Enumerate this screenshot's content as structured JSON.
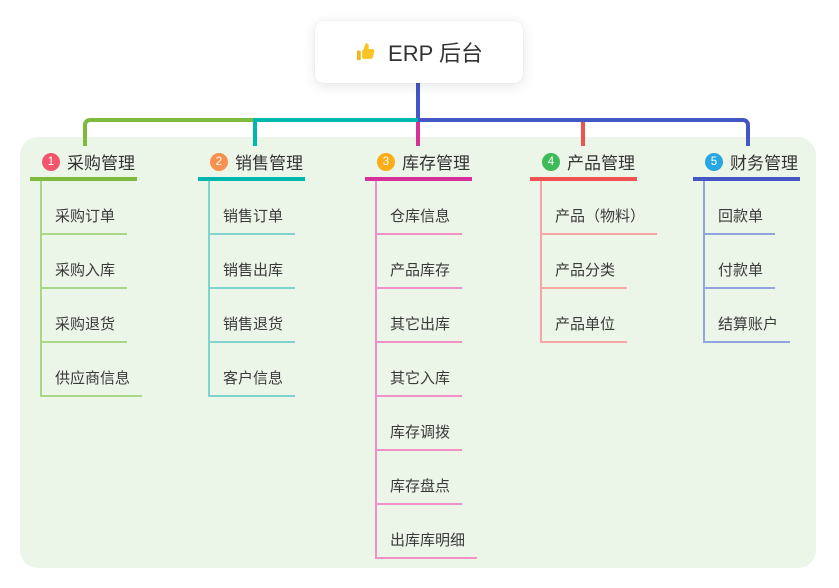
{
  "root": {
    "title": "ERP 后台",
    "icon": "thumbs-up-icon",
    "icon_color": "#f7c325",
    "line_color": "#4356c4"
  },
  "panel_bg": "#ecf6e8",
  "branches": [
    {
      "badge": "1",
      "title": "采购管理",
      "badge_color": "#f2566c",
      "line_color": "#7dba3d",
      "item_line_color": "#a9d687",
      "items": [
        "采购订单",
        "采购入库",
        "采购退货",
        "供应商信息"
      ]
    },
    {
      "badge": "2",
      "title": "销售管理",
      "badge_color": "#f8914f",
      "line_color": "#00b7ae",
      "item_line_color": "#7fd5cd",
      "items": [
        "销售订单",
        "销售出库",
        "销售退货",
        "客户信息"
      ]
    },
    {
      "badge": "3",
      "title": "库存管理",
      "badge_color": "#fbad19",
      "line_color": "#d6309b",
      "item_line_color": "#f191c6",
      "items": [
        "仓库信息",
        "产品库存",
        "其它出库",
        "其它入库",
        "库存调拨",
        "库存盘点",
        "出库库明细"
      ]
    },
    {
      "badge": "4",
      "title": "产品管理",
      "badge_color": "#3ebb57",
      "line_color": "#f05252",
      "item_line_color": "#f8a6a4",
      "items": [
        "产品（物料）",
        "产品分类",
        "产品单位"
      ]
    },
    {
      "badge": "5",
      "title": "财务管理",
      "badge_color": "#27a7e1",
      "line_color": "#4356c4",
      "item_line_color": "#93a3e0",
      "items": [
        "回款单",
        "付款单",
        "结算账户"
      ]
    }
  ]
}
